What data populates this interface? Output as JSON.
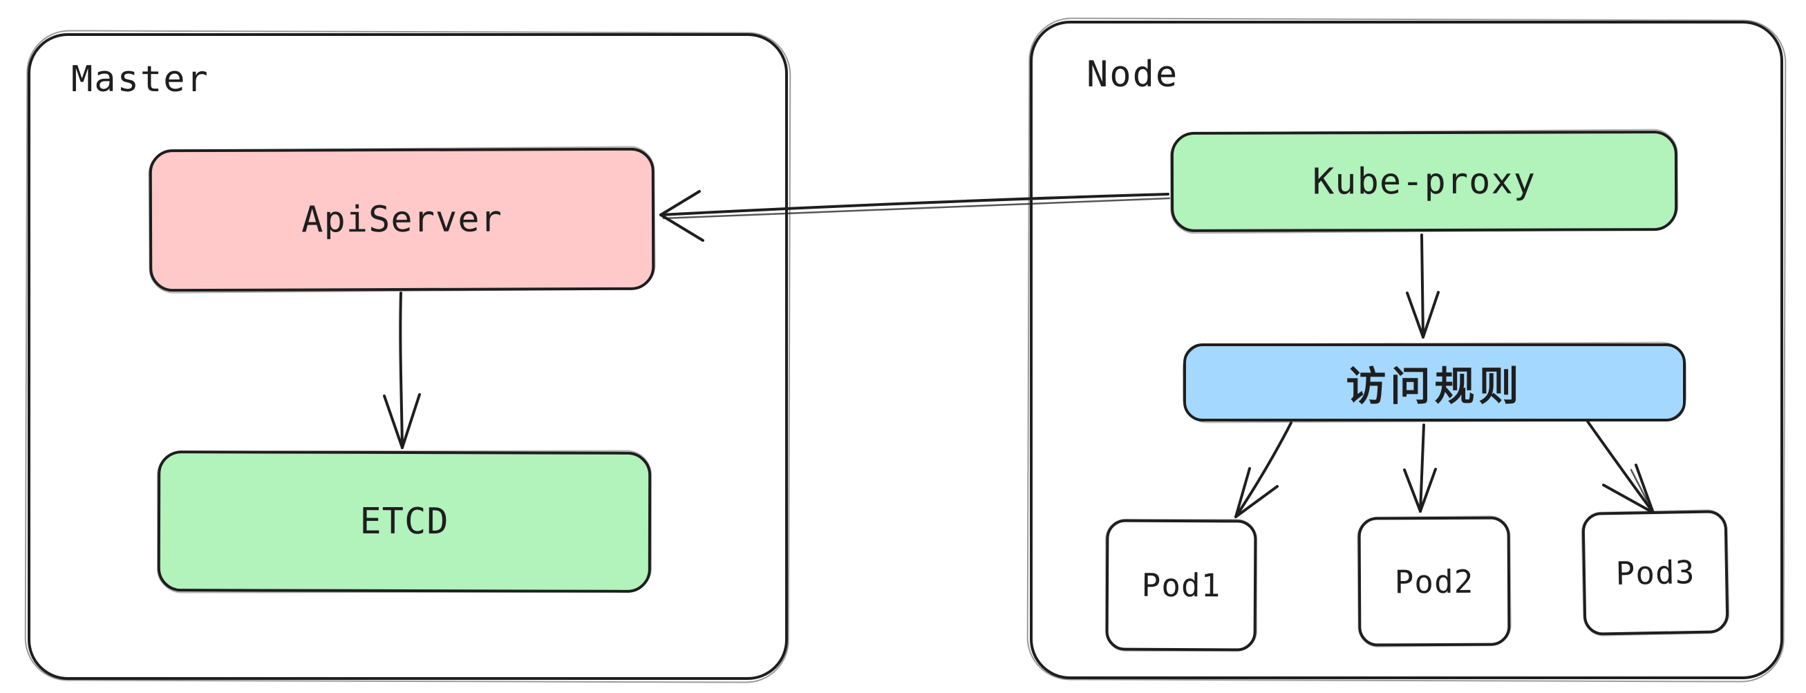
{
  "diagram": {
    "colors": {
      "ink": "#1e1e1e",
      "background": "#ffffff",
      "apiserver_fill": "#ffc9c9",
      "etcd_fill": "#b2f2bb",
      "kube_proxy_fill": "#b2f2bb",
      "access_rules_fill": "#a5d8ff",
      "pod_fill": "#ffffff"
    },
    "containers": {
      "master": {
        "label": "Master"
      },
      "node": {
        "label": "Node"
      }
    },
    "nodes": {
      "apiserver": {
        "label": "ApiServer",
        "fill": "#ffc9c9"
      },
      "etcd": {
        "label": "ETCD",
        "fill": "#b2f2bb"
      },
      "kube_proxy": {
        "label": "Kube-proxy",
        "fill": "#b2f2bb"
      },
      "access_rules": {
        "label": "访问规则",
        "fill": "#a5d8ff"
      },
      "pod1": {
        "label": "Pod1",
        "fill": "#ffffff"
      },
      "pod2": {
        "label": "Pod2",
        "fill": "#ffffff"
      },
      "pod3": {
        "label": "Pod3",
        "fill": "#ffffff"
      }
    },
    "edges": [
      {
        "from": "kube_proxy",
        "to": "apiserver",
        "direction": "left"
      },
      {
        "from": "apiserver",
        "to": "etcd",
        "direction": "down"
      },
      {
        "from": "kube_proxy",
        "to": "access_rules",
        "direction": "down"
      },
      {
        "from": "access_rules",
        "to": "pod1",
        "direction": "down-left"
      },
      {
        "from": "access_rules",
        "to": "pod2",
        "direction": "down"
      },
      {
        "from": "access_rules",
        "to": "pod3",
        "direction": "down-right"
      }
    ]
  }
}
